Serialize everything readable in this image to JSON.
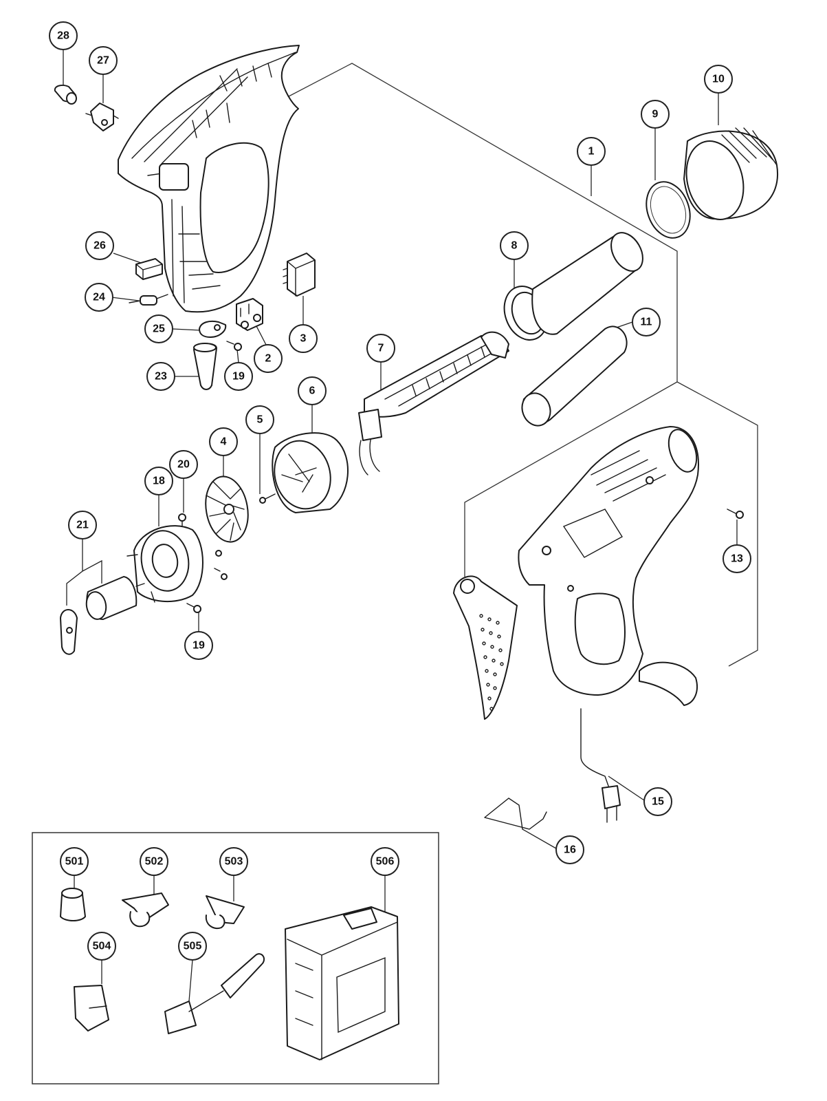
{
  "callouts": [
    {
      "id": "c1",
      "label": "1"
    },
    {
      "id": "c2",
      "label": "2"
    },
    {
      "id": "c3",
      "label": "3"
    },
    {
      "id": "c4",
      "label": "4"
    },
    {
      "id": "c5",
      "label": "5"
    },
    {
      "id": "c6",
      "label": "6"
    },
    {
      "id": "c7",
      "label": "7"
    },
    {
      "id": "c8",
      "label": "8"
    },
    {
      "id": "c9",
      "label": "9"
    },
    {
      "id": "c10",
      "label": "10"
    },
    {
      "id": "c11",
      "label": "11"
    },
    {
      "id": "c13",
      "label": "13"
    },
    {
      "id": "c15",
      "label": "15"
    },
    {
      "id": "c16",
      "label": "16"
    },
    {
      "id": "c18",
      "label": "18"
    },
    {
      "id": "c19a",
      "label": "19"
    },
    {
      "id": "c19b",
      "label": "19"
    },
    {
      "id": "c20",
      "label": "20"
    },
    {
      "id": "c21",
      "label": "21"
    },
    {
      "id": "c23",
      "label": "23"
    },
    {
      "id": "c24",
      "label": "24"
    },
    {
      "id": "c25",
      "label": "25"
    },
    {
      "id": "c26",
      "label": "26"
    },
    {
      "id": "c27",
      "label": "27"
    },
    {
      "id": "c28",
      "label": "28"
    },
    {
      "id": "c501",
      "label": "501"
    },
    {
      "id": "c502",
      "label": "502"
    },
    {
      "id": "c503",
      "label": "503"
    },
    {
      "id": "c504",
      "label": "504"
    },
    {
      "id": "c505",
      "label": "505"
    },
    {
      "id": "c506",
      "label": "506"
    }
  ]
}
